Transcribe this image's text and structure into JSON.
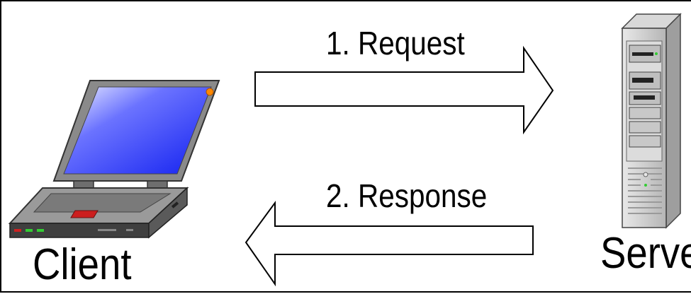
{
  "diagram": {
    "request_label": "1. Request",
    "response_label": "2. Response",
    "client_label": "Client",
    "server_label": "Server"
  },
  "colors": {
    "screen_blue": "#1f2bff",
    "laptop_gray": "#8d8d8d",
    "server_gray": "#c4c4c4",
    "led_green": "#33cc33",
    "led_red": "#cc2222",
    "power_orange": "#ff8800",
    "border": "#000000"
  }
}
